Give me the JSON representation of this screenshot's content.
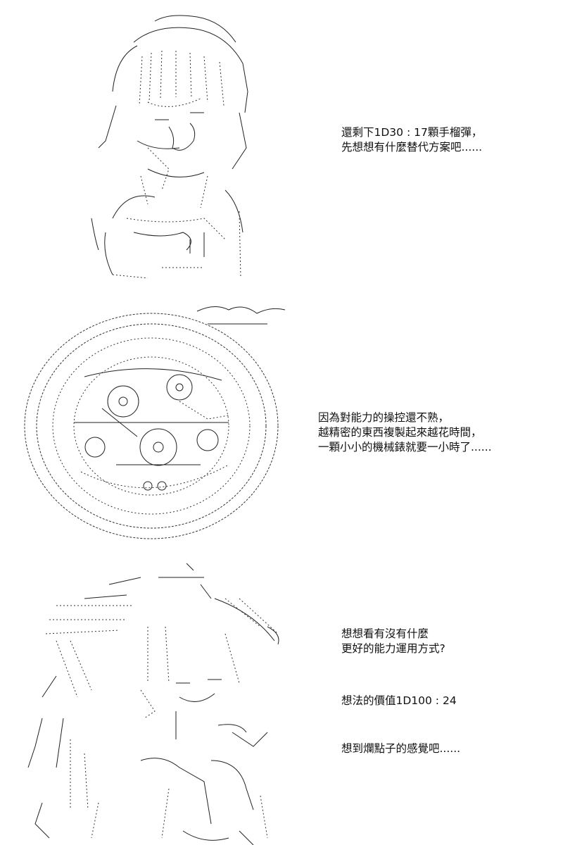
{
  "panels": [
    {
      "caption_lines": [
        "還剩下1D30 : 17顆手榴彈，",
        "先想想有什麼替代方案吧......"
      ]
    },
    {
      "caption_lines": [
        "因為對能力的操控還不熟，",
        "越精密的東西複製起來越花時間，",
        "一顆小小的機械錶就要一小時了......"
      ]
    },
    {
      "caption_lines": [
        "想想看有沒有什麼",
        "更好的能力運用方式?"
      ],
      "dice_line": "想法的價值1D100 : 24",
      "closing_line": "想到爛點子的感覺吧......"
    }
  ]
}
